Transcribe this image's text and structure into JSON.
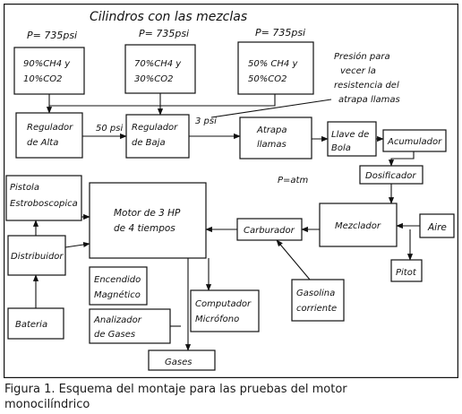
{
  "diagram": {
    "title": "Cilindros con las mezclas",
    "pressures": [
      "P= 735psi",
      "P= 735psi",
      "P= 735psi"
    ],
    "cylinders": [
      [
        "90%CH4 y",
        "10%CO2"
      ],
      [
        "70%CH4 y",
        "30%CO2"
      ],
      [
        "50% CH4 y",
        "50%CO2"
      ]
    ],
    "regulador_alta": [
      "Regulador",
      "de Alta"
    ],
    "p50": "50 psi",
    "regulador_baja": [
      "Regulador",
      "de Baja"
    ],
    "p3": "3 psi",
    "presion_note": [
      "Presión para",
      "vecer la",
      "resistencia del",
      "atrapa llamas"
    ],
    "atrapa": [
      "Atrapa",
      "llamas"
    ],
    "llave": [
      "Llave de",
      "Bola"
    ],
    "acumulador": "Acumulador",
    "dosificador": "Dosificador",
    "patm": "P=atm",
    "pistola": [
      "Pistola",
      "Estroboscopica"
    ],
    "motor": [
      "Motor de 3 HP",
      "de 4 tiempos"
    ],
    "distribuidor": "Distribuidor",
    "carburador": "Carburador",
    "mezclador": "Mezclador",
    "aire": "Aire",
    "pitot": "Pitot",
    "encendido": [
      "Encendido",
      "Magnético"
    ],
    "gasolina": [
      "Gasolina",
      "corriente"
    ],
    "computador": [
      "Computador",
      "Micrófono"
    ],
    "bateria": "Bateria",
    "analizador": [
      "Analizador",
      "de Gases"
    ],
    "gases": "Gases"
  },
  "caption": [
    "Figura 1. Esquema del montaje para las pruebas del motor",
    "monocilíndrico"
  ]
}
